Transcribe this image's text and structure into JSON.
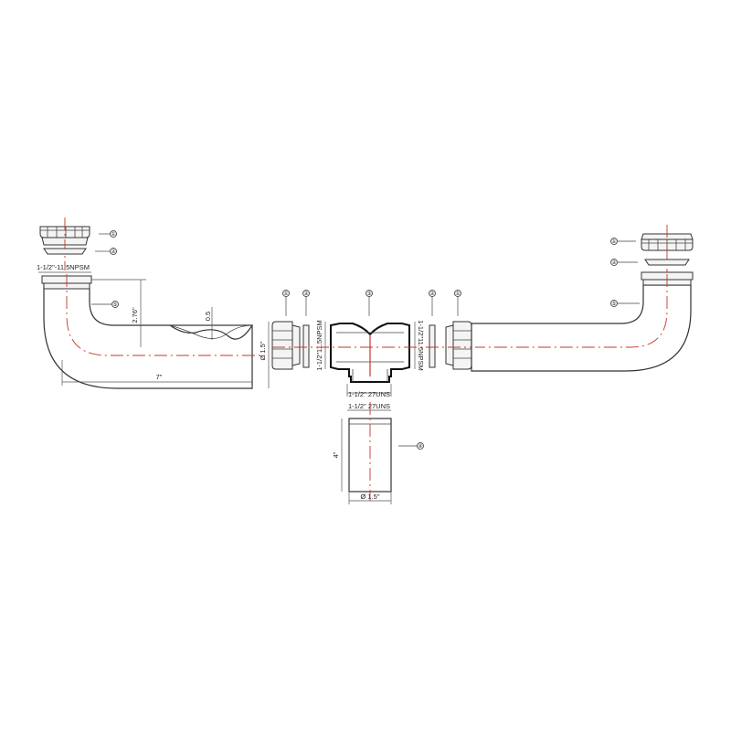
{
  "dimensions": {
    "thread_npsm_left": "1-1/2\"-11.5NPSM",
    "height_276": "2.76\"",
    "length_7": "7\"",
    "diameter_left": "Ø 1.5\"",
    "depth_05": "0.5",
    "tee_thread_left": "1-1/2\"11.5NPSM",
    "tee_thread_right": "1-1/2\"11.5NPSM",
    "tee_bottom_thread": "1-1/2\" 27UNS",
    "tailpiece_top_thread": "1-1/2\" 27UNS",
    "tailpiece_length": "4\"",
    "tailpiece_diameter": "Ø 1.5\""
  },
  "callouts": {
    "nut": "①",
    "washer": "②",
    "tee": "③",
    "tailpiece": "④",
    "elbow": "⑤"
  },
  "colors": {
    "line": "#333333",
    "centerline": "#c0392b",
    "background": "#ffffff"
  }
}
